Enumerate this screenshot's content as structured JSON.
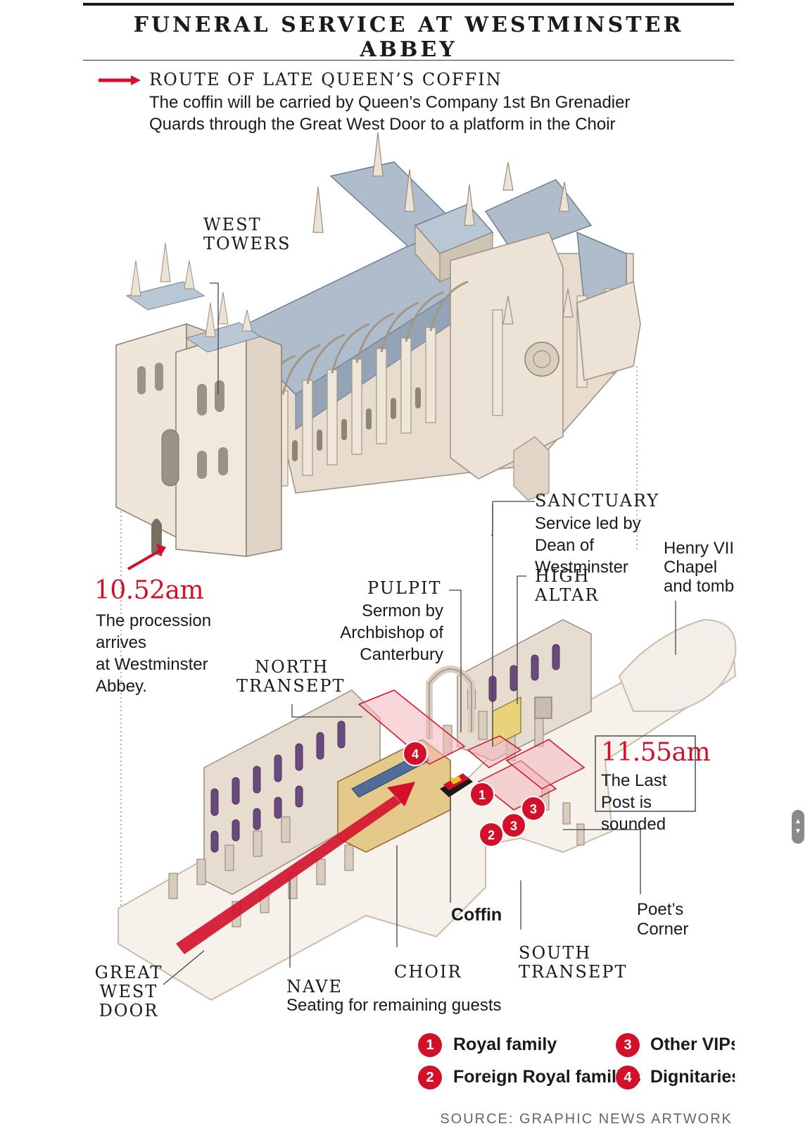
{
  "title": "FUNERAL SERVICE AT WESTMINSTER ABBEY",
  "route": {
    "heading": "ROUTE OF LATE QUEEN’S COFFIN",
    "line1": "The coffin will be carried by Queen’s Company 1st Bn Grenadier",
    "line2": "Quards through the Great West Door to a platform in the Choir"
  },
  "labels": {
    "west_towers_1": "WEST",
    "west_towers_2": "TOWERS",
    "sanctuary_title": "SANCTUARY",
    "sanctuary_1": "Service led by",
    "sanctuary_2": "Dean of",
    "sanctuary_3": "Westminster",
    "henry_1": "Henry VII",
    "henry_2": "Chapel",
    "henry_3": "and tomb",
    "pulpit_title": "PULPIT",
    "pulpit_1": "Sermon by",
    "pulpit_2": "Archbishop of",
    "pulpit_3": "Canterbury",
    "high_altar_1": "HIGH",
    "high_altar_2": "ALTAR",
    "north_1": "NORTH",
    "north_2": "TRANSEPT",
    "coffin": "Coffin",
    "poets_1": "Poet’s",
    "poets_2": "Corner",
    "south_1": "SOUTH",
    "south_2": "TRANSEPT",
    "choir": "CHOIR",
    "nave_title": "NAVE",
    "nave_desc": "Seating for remaining guests",
    "great_1": "GREAT",
    "great_2": "WEST",
    "great_3": "DOOR"
  },
  "arrival": {
    "time": "10.52am",
    "line1": "The procession",
    "line2": "arrives",
    "line3": "at Westminster",
    "line4": "Abbey."
  },
  "last_post": {
    "time": "11.55am",
    "line1": "The Last",
    "line2": "Post is",
    "line3": "sounded"
  },
  "legend": [
    {
      "num": "1",
      "label": "Royal family"
    },
    {
      "num": "2",
      "label": "Foreign Royal families"
    },
    {
      "num": "3",
      "label": "Other VIPs"
    },
    {
      "num": "4",
      "label": "Dignitaries"
    }
  ],
  "source": "SOURCE: GRAPHIC NEWS ARTWORK",
  "colors": {
    "accent": "#d3102a",
    "stone": "#e9dfd2",
    "roof": "#aebccb"
  }
}
